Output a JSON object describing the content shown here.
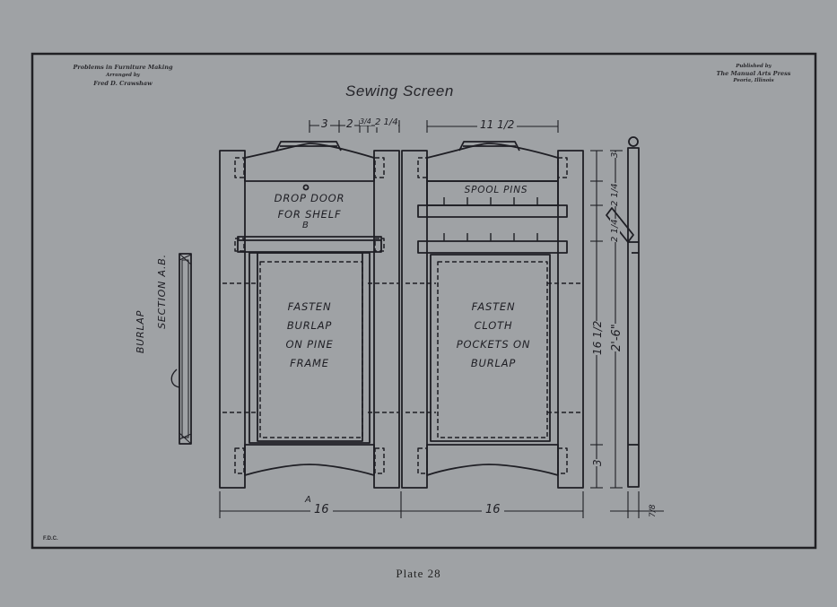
{
  "plate": {
    "series": "Problems in Furniture Making",
    "arranged_by": "Arranged by",
    "author": "Fred D. Crawshaw",
    "published_by": "Published by",
    "publisher": "The Manual Arts Press",
    "place": "Peoria, Illinois",
    "title": "Sewing Screen",
    "caption": "Plate 28",
    "initials": "F.D.C."
  },
  "left_panel": {
    "door_line1": "DROP DOOR",
    "door_line2": "FOR SHELF",
    "panel_line1": "FASTEN",
    "panel_line2": "BURLAP",
    "panel_line3": "ON PINE",
    "panel_line4": "FRAME",
    "section_letter_top": "B",
    "section_letter_bottom": "A"
  },
  "right_panel": {
    "spool_label": "SPOOL PINS",
    "panel_line1": "FASTEN",
    "panel_line2": "CLOTH",
    "panel_line3": "POCKETS ON",
    "panel_line4": "BURLAP"
  },
  "section": {
    "section_label": "SECTION A.B.",
    "burlap_label": "BURLAP"
  },
  "dimensions": {
    "top_rail": "3",
    "rail_gap": "2",
    "gap": "3/4",
    "stile": "2 1/4",
    "right_top": "11 1/2",
    "height_top": "3",
    "height_mid1": "2 1/4",
    "height_mid2": "2 1/4",
    "height_inner": "16 1/2",
    "height_total": "2'-6\"",
    "height_bottom": "3",
    "width_left": "16",
    "width_right": "16",
    "thickness": "7/8"
  }
}
